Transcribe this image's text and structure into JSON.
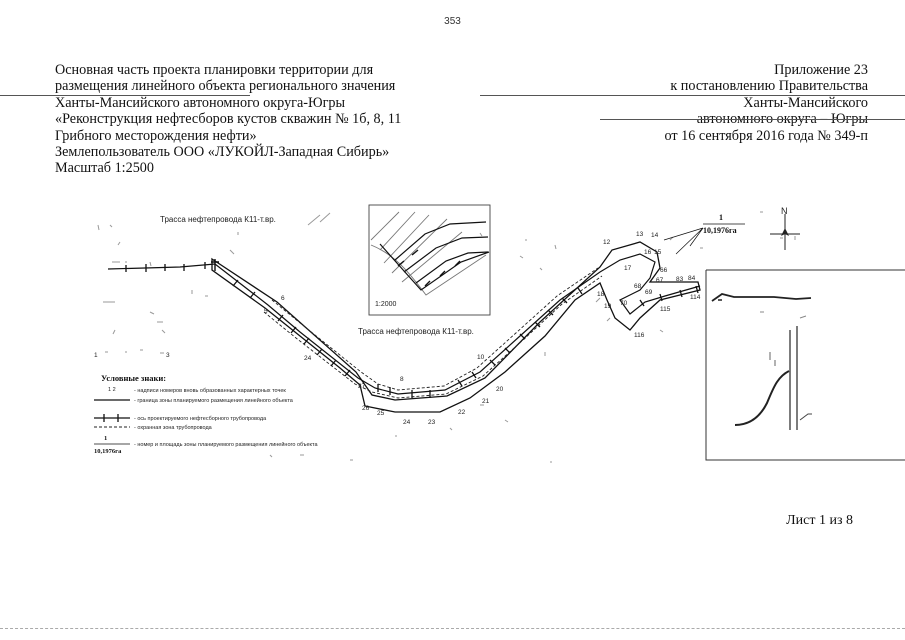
{
  "page_number": "353",
  "header_left": [
    "Основная часть проекта планировки территории для",
    "размещения линейного объекта регионального значения",
    "Ханты-Мансийского автономного округа-Югры",
    "«Реконструкция нефтесборов кустов скважин № 1б, 8, 11",
    "Грибного месторождения нефти»",
    "Землепользователь ООО «ЛУКОЙЛ-Западная Сибирь»",
    "Масштаб 1:2500"
  ],
  "header_right": [
    "Приложение 23",
    "к постановлению Правительства",
    "Ханты-Мансийского",
    "автономного округа – Югры",
    "от 16 сентября 2016 года № 349-п"
  ],
  "map": {
    "route_label_top": "Трасса нефтепровода К11-т.вр.",
    "route_label_mid": "Трасса нефтепровода К11-т.вр.",
    "inset_scale": "1:2000",
    "area_id": "1",
    "area_value": "10,1976га",
    "north_label": "N",
    "point_labels": [
      "5",
      "6",
      "24",
      "26",
      "25",
      "27",
      "8",
      "24",
      "23",
      "22",
      "21",
      "20",
      "10",
      "12",
      "13",
      "14",
      "15",
      "16",
      "17",
      "18",
      "19",
      "66",
      "67",
      "68",
      "69",
      "70",
      "83",
      "84",
      "114",
      "115",
      "116"
    ],
    "stray_marks": [
      "1",
      "3"
    ]
  },
  "legend": {
    "title": "Условные знаки:",
    "items": [
      "- надписи номеров вновь образованных характерных точек",
      "- граница зоны планируемого размещения линейного объекта",
      "- ось проектируемого нефтесборного трубопровода",
      "- охранная зона трубопровода",
      "- номер и площадь зоны планируемого размещения линейного объекта"
    ],
    "sample_id": "1",
    "sample_value": "10,1976га"
  },
  "sheet_label": "Лист 1 из 8",
  "colors": {
    "ink": "#111111",
    "line": "#222222",
    "faint": "#9a9a9a"
  }
}
